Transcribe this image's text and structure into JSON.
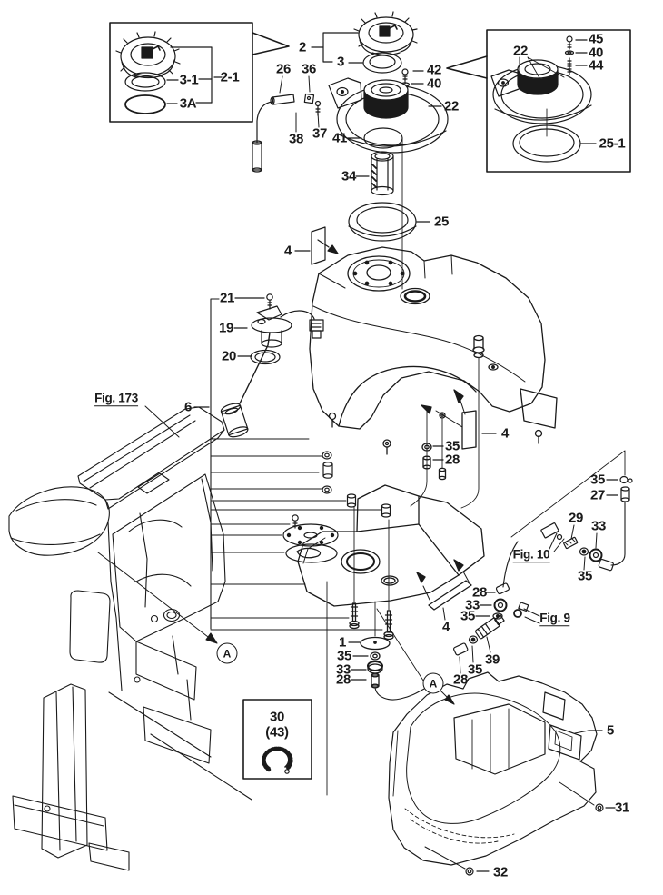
{
  "page": {
    "background": "#ffffff",
    "line_color": "#1a1a1a"
  },
  "part_labels": {
    "n1": "1",
    "n2": "2",
    "n2_1": "2-1",
    "n3": "3",
    "n3_1": "3-1",
    "n3a": "3A",
    "n4": "4",
    "n5": "5",
    "n6": "6",
    "n19": "19",
    "n20": "20",
    "n21": "21",
    "n22": "22",
    "n25": "25",
    "n25_1": "25-1",
    "n26": "26",
    "n27": "27",
    "n28": "28",
    "n29": "29",
    "n31": "31",
    "n32": "32",
    "n33": "33",
    "n34": "34",
    "n35": "35",
    "n36": "36",
    "n37": "37",
    "n38": "38",
    "n39": "39",
    "n40": "40",
    "n41": "41",
    "n42": "42",
    "n44": "44",
    "n45": "45"
  },
  "figure_references": {
    "fig173": "Fig. 173",
    "fig10": "Fig. 10",
    "fig9": "Fig. 9"
  },
  "detail_marker": "A",
  "boxed_note": {
    "line1": "30",
    "line2": "(43)"
  }
}
